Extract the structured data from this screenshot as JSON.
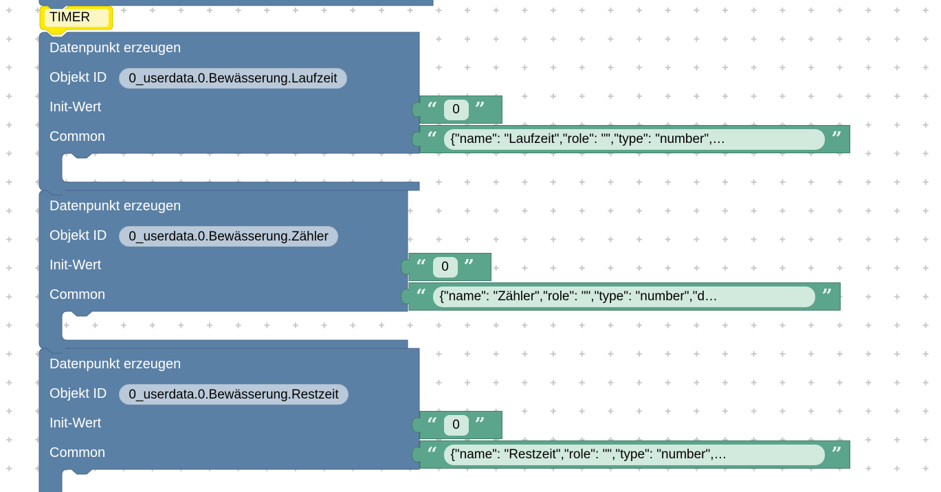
{
  "comment_label": {
    "text": "TIMER"
  },
  "quotes": {
    "open": "“",
    "close": "”"
  },
  "blocks": [
    {
      "title": "Datenpunkt erzeugen",
      "fields": {
        "object_id_label": "Objekt ID",
        "object_id_value": "0_userdata.0.Bewässerung.Laufzeit",
        "init_label": "Init-Wert",
        "init_value": "0",
        "common_label": "Common",
        "common_value": "{\"name\": \"Laufzeit\",\"role\": \"\",\"type\": \"number\",…"
      }
    },
    {
      "title": "Datenpunkt erzeugen",
      "fields": {
        "object_id_label": "Objekt ID",
        "object_id_value": "0_userdata.0.Bewässerung.Zähler",
        "init_label": "Init-Wert",
        "init_value": "0",
        "common_label": "Common",
        "common_value": "{\"name\": \"Zähler\",\"role\": \"\",\"type\": \"number\",\"d…"
      }
    },
    {
      "title": "Datenpunkt erzeugen",
      "fields": {
        "object_id_label": "Objekt ID",
        "object_id_value": "0_userdata.0.Bewässerung.Restzeit",
        "init_label": "Init-Wert",
        "init_value": "0",
        "common_label": "Common",
        "common_value": "{\"name\": \"Restzeit\",\"role\": \"\",\"type\": \"number\",…"
      }
    }
  ],
  "colors": {
    "block_blue": "#5b80a5",
    "block_blue_border": "#47658a",
    "block_green": "#5ba58c",
    "block_green_border": "#417d66",
    "field_light_blue": "#b9c9d9",
    "field_light_green": "#d2e9de",
    "comment_yellow": "#fde903",
    "comment_field": "#fcf6c3",
    "grid_mark": "#c9c9cc",
    "canvas_background": "#ffffff"
  }
}
